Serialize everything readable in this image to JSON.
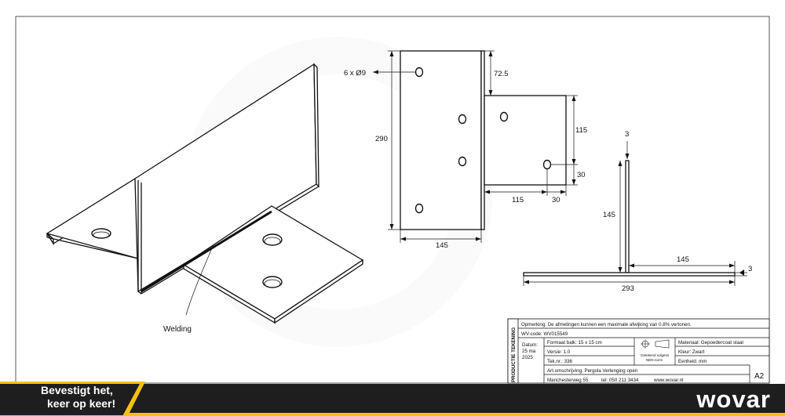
{
  "drawing": {
    "label_welding": "Welding",
    "holes_label": "6 x Ø9",
    "dims": {
      "d290": "290",
      "d72_5": "72.5",
      "d115_v": "115",
      "d30_v": "30",
      "d115_h": "115",
      "d30_h": "30",
      "d145_front": "145",
      "d3_top": "3",
      "d145_side_v": "145",
      "d145_side_h": "145",
      "d3_right": "3",
      "d293": "293"
    }
  },
  "title_block": {
    "side_label": "PRODUCTIE TEKENING",
    "note": "Opmerking: De afmetingen kunnen een maximale afwijking van 0.8% vertonen.",
    "wv_code": "WV-code: WV015549",
    "date_label": "Datum:",
    "date_value_1": "25 ma",
    "date_value_2": "2025",
    "format": "Formaat balk: 15 x 15 cm",
    "version": "Versie: 1.0",
    "drawing_nr": "Tek.nr.: 336",
    "norm_1": "Getekend volgens",
    "norm_2": "NEN-norm",
    "material": "Materiaal: Gepoedercoat staal",
    "color": "Kleur: Zwart",
    "unit": "Eenheid: mm",
    "description": "Art.omschrijving: Pergola Verlenging open",
    "address": "Manchesterweg 55",
    "phone": "tel: 050 211 3434",
    "website": "www.wovar.nl",
    "sheet_size": "A2"
  },
  "footer": {
    "slogan_line1": "Bevestigt het,",
    "slogan_line2": "keer op keer!",
    "brand": "wovar"
  },
  "colors": {
    "accent": "#f4c20d",
    "footer_bg": "#1e1e1e",
    "line": "#111111"
  }
}
